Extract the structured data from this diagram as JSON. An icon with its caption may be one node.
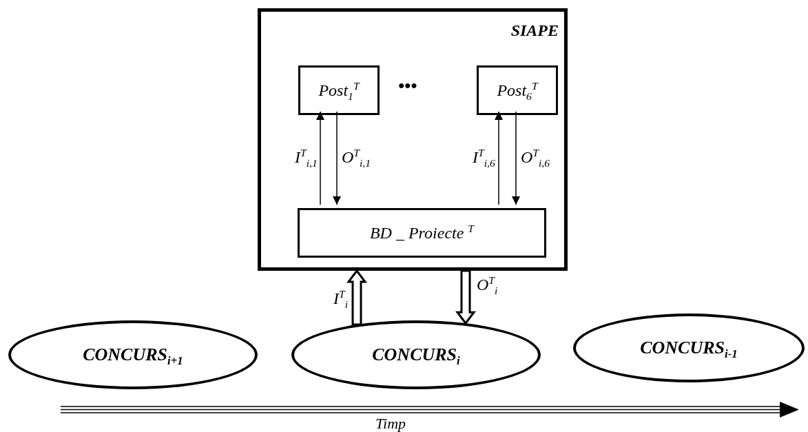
{
  "diagram": {
    "nodes": [
      {
        "text": [
          "SIAPE"
        ]
      },
      {
        "text": [
          "Post$_{1}$$^{T}$"
        ],
        "in": 0
      },
      {
        "text": [
          "Post$_{6}$$^{T}$"
        ],
        "in": 0
      },
      {
        "text": [
          "BD _ Proiecte $^{T}$"
        ],
        "in": 0
      },
      {
        "text": [
          "CONCURS$_{i+1}$"
        ]
      },
      {
        "text": [
          "CONCURS$_{i}$"
        ]
      },
      {
        "text": [
          "CONCURS$_{i-1}$"
        ]
      }
    ],
    "edges": [
      {
        "from": 3,
        "to": 1,
        "arrow": "to",
        "label": "I$^{T}$$_{i,1}$"
      },
      {
        "from": 1,
        "to": 3,
        "arrow": "to",
        "label": "O$^{T}$$_{i,1}$"
      },
      {
        "from": 3,
        "to": 2,
        "arrow": "to",
        "label": "I$^{T}$$_{i,6}$"
      },
      {
        "from": 2,
        "to": 3,
        "arrow": "to",
        "label": "O$^{T}$$_{i,6}$"
      },
      {
        "from": 5,
        "to": 0,
        "arrow": "to",
        "label": "I$^{T}$$_{i}$",
        "style": "thick"
      },
      {
        "from": 0,
        "to": 5,
        "arrow": "to",
        "label": "O$^{T}$$_{i}$",
        "style": "thick"
      }
    ],
    "labels": [
      "•••",
      "Timp"
    ]
  }
}
